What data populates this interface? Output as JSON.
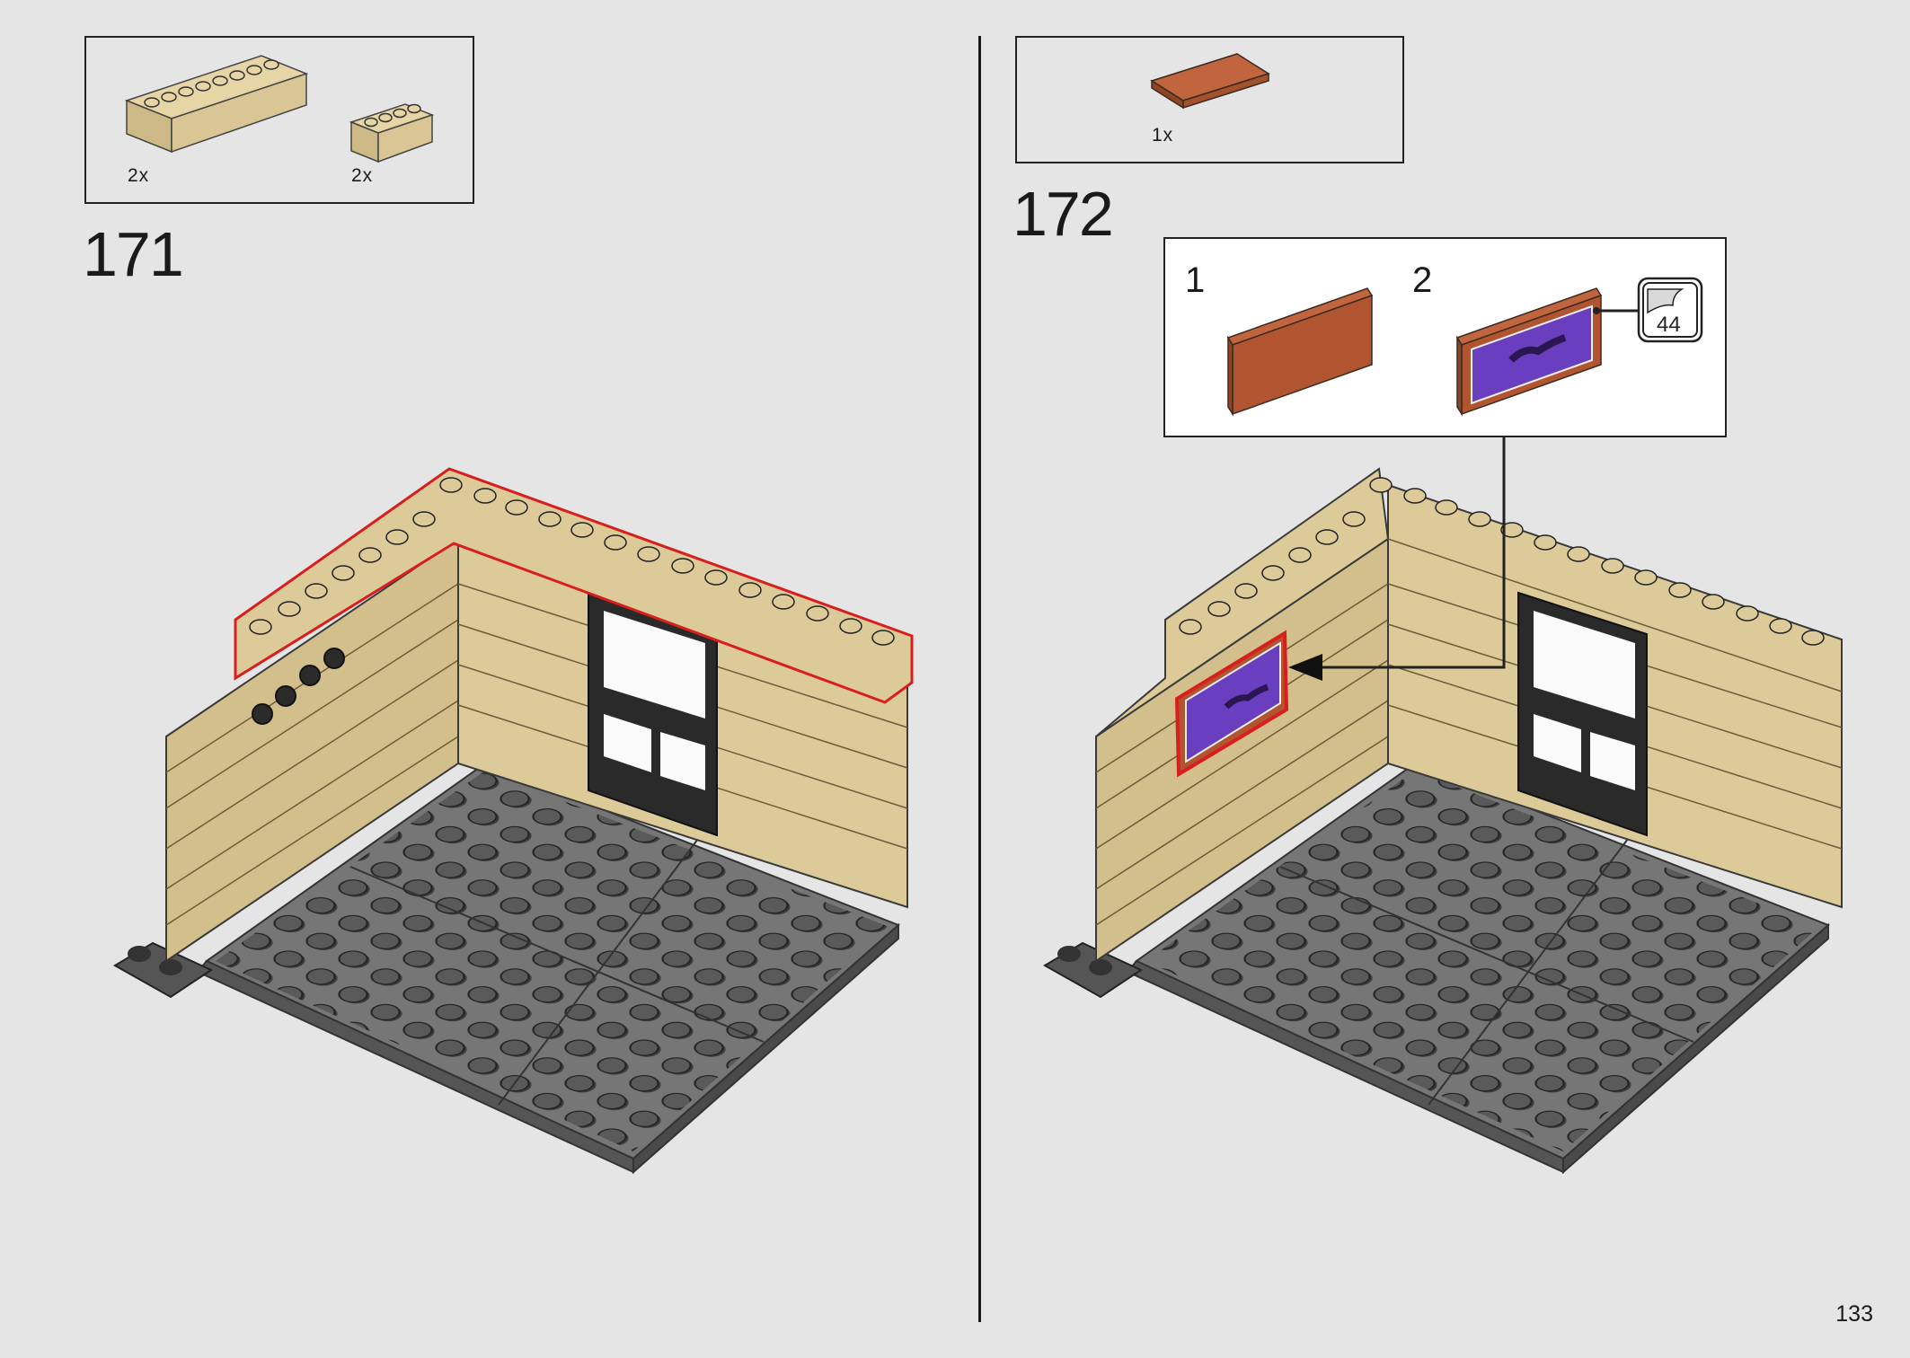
{
  "page_number": "133",
  "steps": [
    {
      "number": "171",
      "parts": [
        {
          "qty": "2x",
          "part": "tan-brick-1x8"
        },
        {
          "qty": "2x",
          "part": "tan-brick-1x4"
        }
      ]
    },
    {
      "number": "172",
      "parts": [
        {
          "qty": "1x",
          "part": "reddish-brown-tile-2x4"
        }
      ],
      "substeps": [
        {
          "label": "1",
          "part": "reddish-brown-tile"
        },
        {
          "label": "2",
          "part": "tile-with-sticker"
        }
      ],
      "sticker_number": "44"
    }
  ],
  "colors": {
    "background": "#e5e5e5",
    "tan": "#d9c694",
    "tan_dark": "#b9a470",
    "baseplate": "#6b6b6b",
    "stud": "#555555",
    "reddish_brown": "#b0552f",
    "highlight": "#d81e1e",
    "sticker_purple": "#6a3fbf"
  }
}
